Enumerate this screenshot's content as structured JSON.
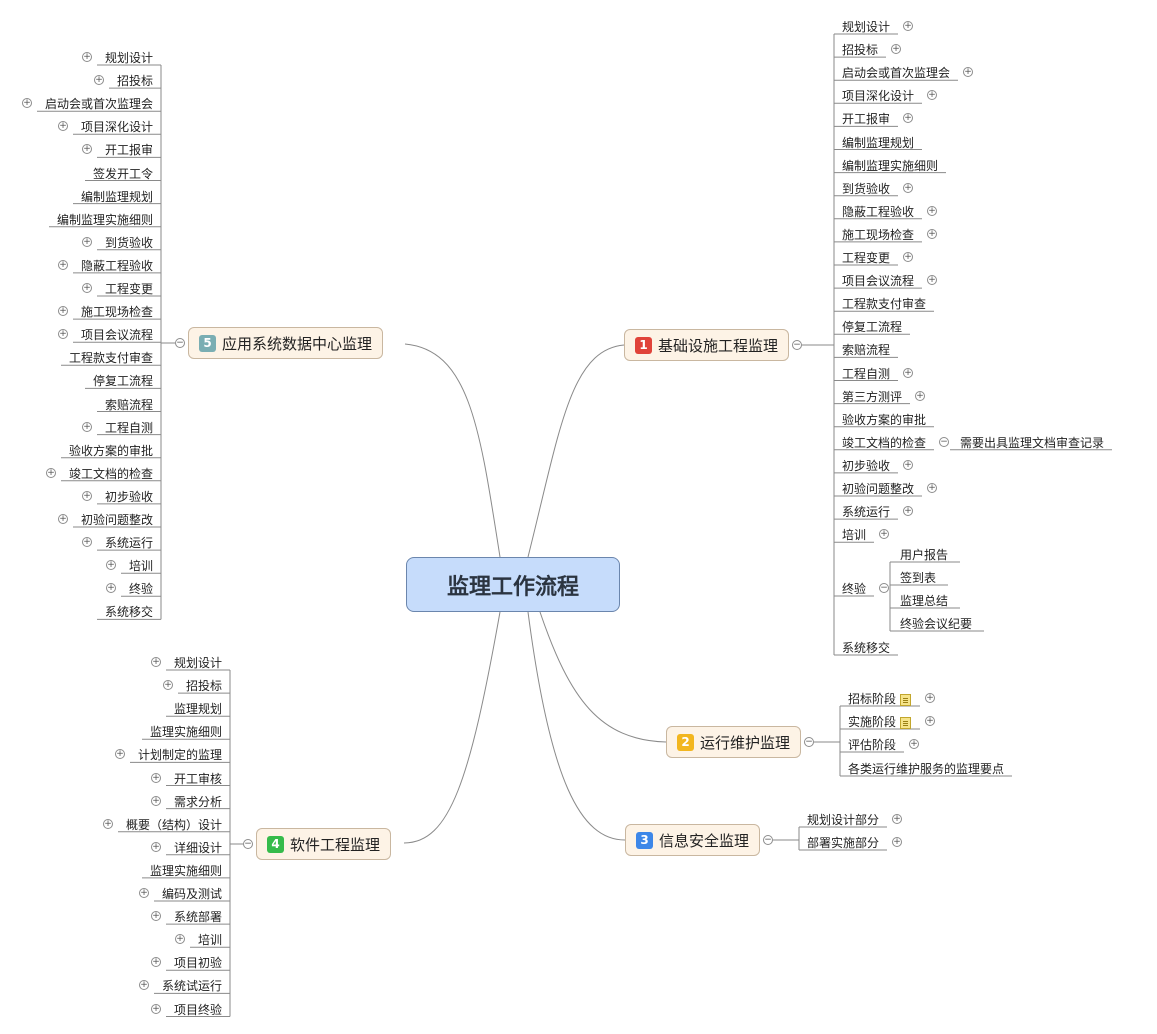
{
  "central": "监理工作流程",
  "colors": {
    "badge_1": "#e0433a",
    "badge_2": "#f2b61f",
    "badge_3": "#3d87e8",
    "badge_4": "#35bb4b",
    "badge_5": "#7aaeb3"
  },
  "topics": [
    {
      "num": "1",
      "label": "基础设施工程监理",
      "children": [
        {
          "label": "规划设计",
          "expand": true
        },
        {
          "label": "招投标",
          "expand": true
        },
        {
          "label": "启动会或首次监理会",
          "expand": true
        },
        {
          "label": "项目深化设计",
          "expand": true
        },
        {
          "label": "开工报审",
          "expand": true
        },
        {
          "label": "编制监理规划",
          "expand": false
        },
        {
          "label": "编制监理实施细则",
          "expand": false
        },
        {
          "label": "到货验收",
          "expand": true
        },
        {
          "label": "隐蔽工程验收",
          "expand": true
        },
        {
          "label": "施工现场检查",
          "expand": true
        },
        {
          "label": "工程变更",
          "expand": true
        },
        {
          "label": "项目会议流程",
          "expand": true
        },
        {
          "label": "工程款支付审查",
          "expand": false
        },
        {
          "label": "停复工流程",
          "expand": false
        },
        {
          "label": "索赔流程",
          "expand": false
        },
        {
          "label": "工程自测",
          "expand": true
        },
        {
          "label": "第三方测评",
          "expand": true
        },
        {
          "label": "验收方案的审批",
          "expand": false
        },
        {
          "label": "竣工文档的检查",
          "expand": false,
          "children": [
            "需要出具监理文档审查记录"
          ]
        },
        {
          "label": "初步验收",
          "expand": true
        },
        {
          "label": "初验问题整改",
          "expand": true
        },
        {
          "label": "系统运行",
          "expand": true
        },
        {
          "label": "培训",
          "expand": true
        },
        {
          "label": "终验",
          "expand": false,
          "children": [
            "用户报告",
            "签到表",
            "监理总结",
            "终验会议纪要"
          ]
        },
        {
          "label": "系统移交",
          "expand": false
        }
      ]
    },
    {
      "num": "2",
      "label": "运行维护监理",
      "children": [
        {
          "label": "招标阶段",
          "expand": true,
          "note": true
        },
        {
          "label": "实施阶段",
          "expand": true,
          "note": true
        },
        {
          "label": "评估阶段",
          "expand": true
        },
        {
          "label": "各类运行维护服务的监理要点",
          "expand": false
        }
      ]
    },
    {
      "num": "3",
      "label": "信息安全监理",
      "children": [
        {
          "label": "规划设计部分",
          "expand": true
        },
        {
          "label": "部署实施部分",
          "expand": true
        }
      ]
    },
    {
      "num": "4",
      "label": "软件工程监理",
      "children": [
        {
          "label": "规划设计",
          "expand": true
        },
        {
          "label": "招投标",
          "expand": true
        },
        {
          "label": "监理规划",
          "expand": false
        },
        {
          "label": "监理实施细则",
          "expand": false
        },
        {
          "label": "计划制定的监理",
          "expand": true
        },
        {
          "label": "开工审核",
          "expand": true
        },
        {
          "label": "需求分析",
          "expand": true
        },
        {
          "label": "概要（结构）设计",
          "expand": true
        },
        {
          "label": "详细设计",
          "expand": true
        },
        {
          "label": "监理实施细则",
          "expand": false
        },
        {
          "label": "编码及测试",
          "expand": true
        },
        {
          "label": "系统部署",
          "expand": true
        },
        {
          "label": "培训",
          "expand": true
        },
        {
          "label": "项目初验",
          "expand": true
        },
        {
          "label": "系统试运行",
          "expand": true
        },
        {
          "label": "项目终验",
          "expand": true
        }
      ]
    },
    {
      "num": "5",
      "label": "应用系统数据中心监理",
      "children": [
        {
          "label": "规划设计",
          "expand": true
        },
        {
          "label": "招投标",
          "expand": true
        },
        {
          "label": "启动会或首次监理会",
          "expand": true
        },
        {
          "label": "项目深化设计",
          "expand": true
        },
        {
          "label": "开工报审",
          "expand": true
        },
        {
          "label": "签发开工令",
          "expand": false
        },
        {
          "label": "编制监理规划",
          "expand": false
        },
        {
          "label": "编制监理实施细则",
          "expand": false
        },
        {
          "label": "到货验收",
          "expand": true
        },
        {
          "label": "隐蔽工程验收",
          "expand": true
        },
        {
          "label": "工程变更",
          "expand": true
        },
        {
          "label": "施工现场检查",
          "expand": true
        },
        {
          "label": "项目会议流程",
          "expand": true
        },
        {
          "label": "工程款支付审查",
          "expand": false
        },
        {
          "label": "停复工流程",
          "expand": false
        },
        {
          "label": "索赔流程",
          "expand": false
        },
        {
          "label": "工程自测",
          "expand": true
        },
        {
          "label": "验收方案的审批",
          "expand": false
        },
        {
          "label": "竣工文档的检查",
          "expand": true
        },
        {
          "label": "初步验收",
          "expand": true
        },
        {
          "label": "初验问题整改",
          "expand": true
        },
        {
          "label": "系统运行",
          "expand": true
        },
        {
          "label": "培训",
          "expand": true
        },
        {
          "label": "终验",
          "expand": true
        },
        {
          "label": "系统移交",
          "expand": false
        }
      ]
    }
  ]
}
